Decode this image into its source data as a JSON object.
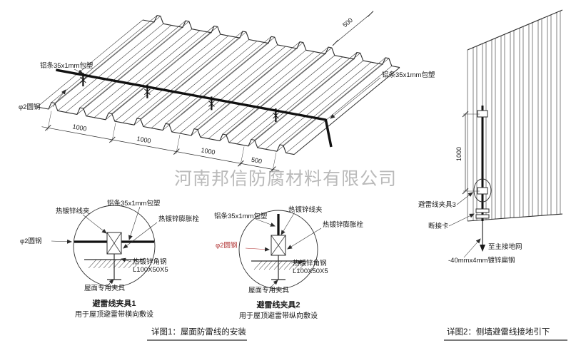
{
  "watermark": "河南邦信防腐材料有限公司",
  "roof": {
    "label_strip_top": "铝条35x1mm包塑",
    "label_strip_right": "铝条35x1mm包塑",
    "label_round_steel": "φ2圆钢",
    "dims": [
      "1000",
      "1000",
      "1000",
      "500"
    ],
    "dim_edge": "500"
  },
  "detail1": {
    "title": "避雷线夹具1",
    "subtitle": "用于屋顶避雷带横向敷设",
    "labels": {
      "clamp": "热镀锌线夹",
      "strip": "铝条35x1mm包塑",
      "bolt": "热镀锌膨胀栓",
      "angle": "热镀锌角钢",
      "angle_spec": "L100X50X5",
      "roof_clamp": "屋面专用夹具",
      "round_steel": "φ2圆钢"
    }
  },
  "detail2": {
    "title": "避雷线夹具2",
    "subtitle": "用于屋顶避雷带纵向敷设",
    "labels": {
      "clamp": "热镀锌线夹",
      "strip": "铝条35x1mm包塑",
      "bolt": "热镀锌膨胀栓",
      "angle": "热镀锌角钢",
      "angle_spec": "L100X50X5",
      "roof_clamp": "屋面专用夹具",
      "round_steel": "φ2圆钢"
    }
  },
  "wall": {
    "dim_spacing": "1000",
    "labels": {
      "clamp3": "避雷线夹具3",
      "disconnect": "断接卡",
      "to_ground": "至主接地网",
      "flat_steel": "-40mmx4mm镀锌扁钢"
    }
  },
  "captions": {
    "detail1": "详图1：屋面防雷线的安装",
    "detail2": "详图2：侧墙避雷线接地引下"
  },
  "colors": {
    "line": "#2b2b2b",
    "wire": "#111111",
    "accent_red": "#b03030",
    "watermark": "#909090"
  }
}
